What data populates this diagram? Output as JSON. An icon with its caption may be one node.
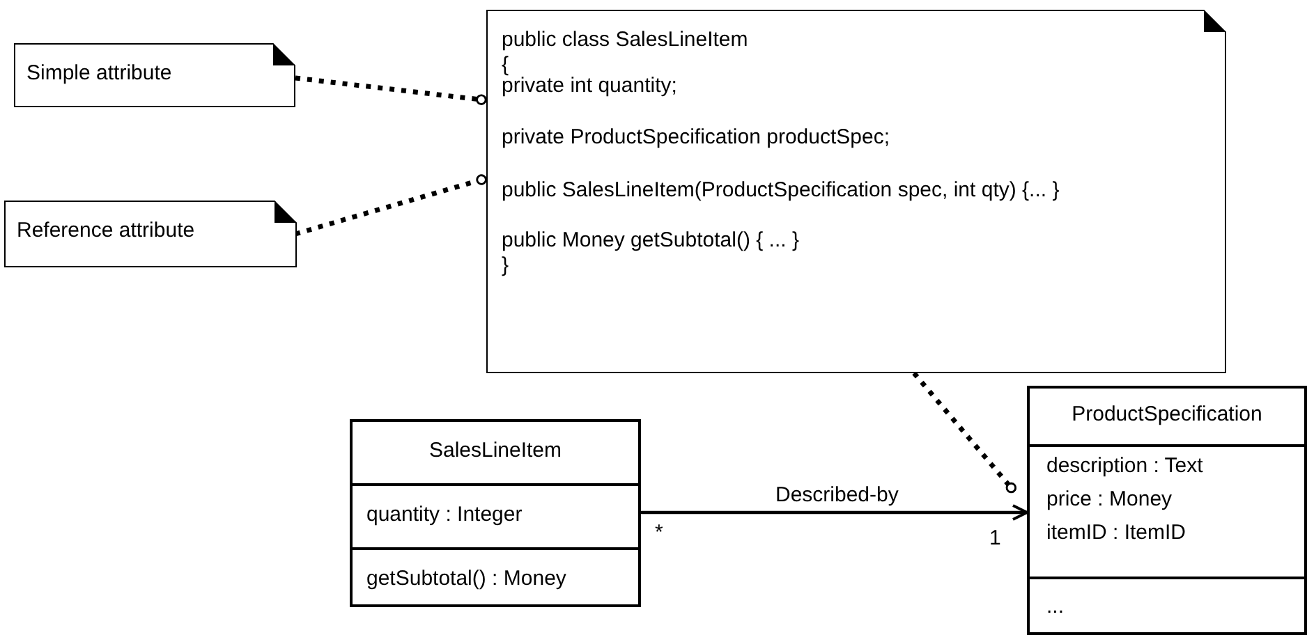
{
  "diagram": {
    "nodes": [
      {
        "text": [
          "Simple attribute"
        ]
      },
      {
        "text": [
          "Reference attribute"
        ]
      },
      {
        "text": [
          "public class SalesLineItem",
          "{",
          "private int quantity;",
          "private ProductSpecification productSpec;",
          "public SalesLineItem(ProductSpecification spec, int qty) {... }",
          "public  Money getSubtotal() { ... }",
          "}"
        ]
      },
      {
        "text": [
          "SalesLineItem",
          "quantity : Integer",
          "getSubtotal() : Money"
        ]
      },
      {
        "text": [
          "ProductSpecification",
          "description : Text",
          "price : Money",
          "itemID : ItemID",
          "..."
        ]
      }
    ],
    "edges": [
      {
        "from": 0,
        "to": 2,
        "arrow": "other",
        "style": "dashed"
      },
      {
        "from": 1,
        "to": 2,
        "arrow": "other",
        "style": "dashed"
      },
      {
        "from": 2,
        "to": 4,
        "arrow": "other",
        "style": "dashed"
      },
      {
        "from": 3,
        "to": 4,
        "arrow": "to",
        "label": "Described-by"
      }
    ],
    "labels": [
      "*",
      "1"
    ]
  }
}
